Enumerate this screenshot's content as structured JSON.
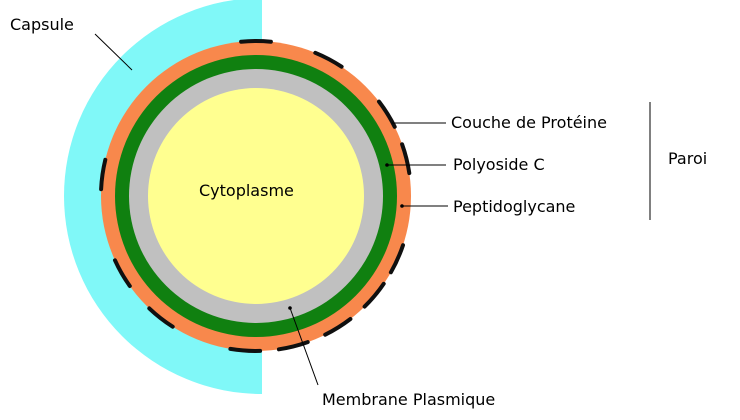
{
  "labels": {
    "capsule": "Capsule",
    "protein_layer": "Couche de Protéine",
    "polyoside": "Polyoside C",
    "peptidoglycan": "Peptidoglycane",
    "wall": "Paroi",
    "cytoplasm": "Cytoplasme",
    "plasma_membrane": "Membrane Plasmique"
  },
  "colors": {
    "capsule": "#80f8f8",
    "protein_layer": "#f8884c",
    "polyoside": "#108010",
    "peptidoglycan": "#c0c0c0",
    "cytoplasm": "#ffff90",
    "protein_dashes": "#101010",
    "lines": "#000000"
  }
}
